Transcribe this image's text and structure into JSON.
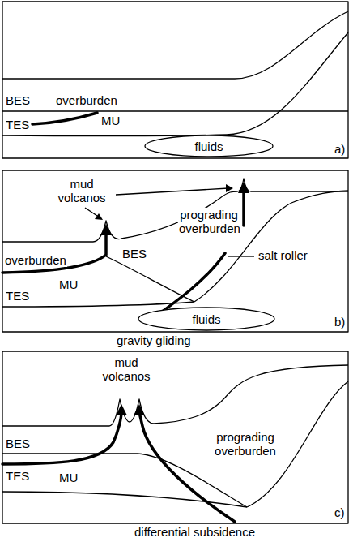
{
  "diagram": {
    "nodes": [
      {
        "text": [
          "fluids"
        ]
      },
      {
        "text": [
          "fluids"
        ]
      }
    ],
    "labels": [
      "BES",
      "overburden",
      "MU",
      "TES",
      "a)",
      "mud volcanos",
      "prograding overburden",
      "overburden",
      "BES",
      "MU",
      "salt roller",
      "TES",
      "b)",
      "gravity gliding",
      "mud volcanos",
      "prograding overburden",
      "BES",
      "MU",
      "TES",
      "c)",
      "differential subsidence"
    ]
  }
}
